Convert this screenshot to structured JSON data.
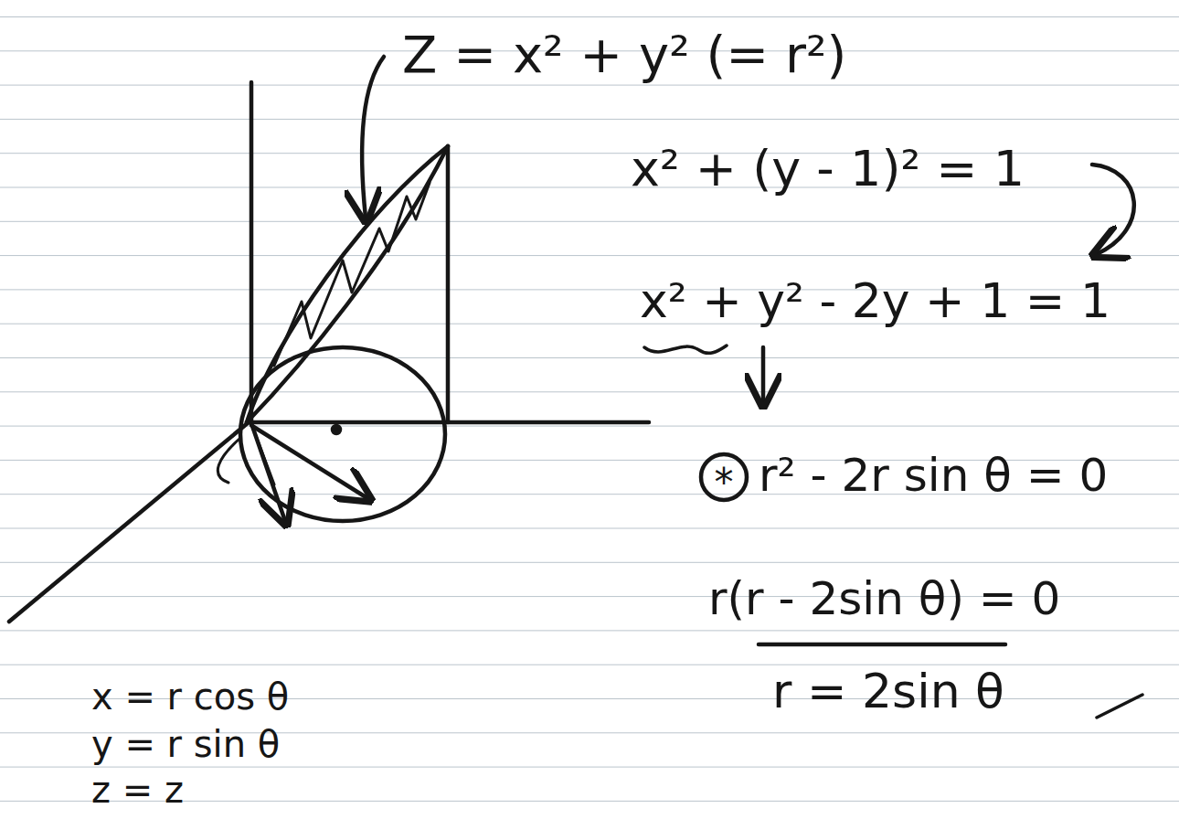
{
  "diagram": {
    "labels": [
      "Z = x² + y² (= r²)",
      "x² + (y - 1)² = 1",
      "x² + y² - 2y + 1 = 1",
      "*",
      "r² - 2r sin θ = 0",
      "r(r - 2sin θ) = 0",
      "r = 2sin θ",
      "x = r cos θ",
      "y = r sin θ",
      "z = z"
    ]
  }
}
